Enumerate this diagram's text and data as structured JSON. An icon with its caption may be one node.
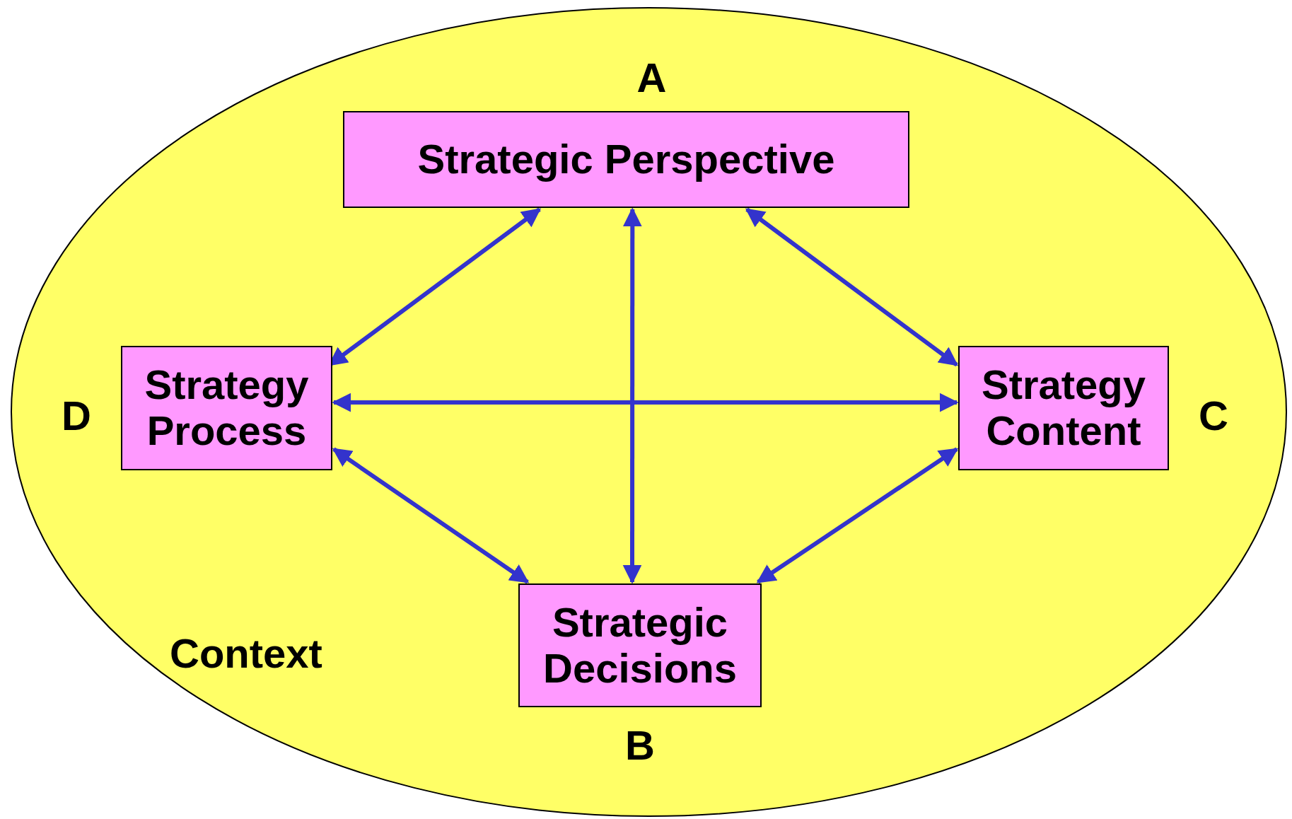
{
  "diagram": {
    "nodes": [
      {
        "text": [
          "Context"
        ]
      },
      {
        "text": [
          "Strategic Perspective"
        ],
        "in": 0,
        "beside": [
          "A"
        ]
      },
      {
        "text": [
          "Strategy Process"
        ],
        "in": 0,
        "beside": [
          "D"
        ]
      },
      {
        "text": [
          "Strategy Content"
        ],
        "in": 0,
        "beside": [
          "C"
        ]
      },
      {
        "text": [
          "Strategic Decisions"
        ],
        "in": 0,
        "beside": [
          "B"
        ]
      }
    ],
    "edges": [
      {
        "from": 1,
        "to": 2,
        "arrow": "both"
      },
      {
        "from": 1,
        "to": 4,
        "arrow": "both"
      },
      {
        "from": 1,
        "to": 3,
        "arrow": "both"
      },
      {
        "from": 2,
        "to": 3,
        "arrow": "both"
      },
      {
        "from": 2,
        "to": 4,
        "arrow": "both"
      },
      {
        "from": 4,
        "to": 3,
        "arrow": "both"
      }
    ]
  }
}
